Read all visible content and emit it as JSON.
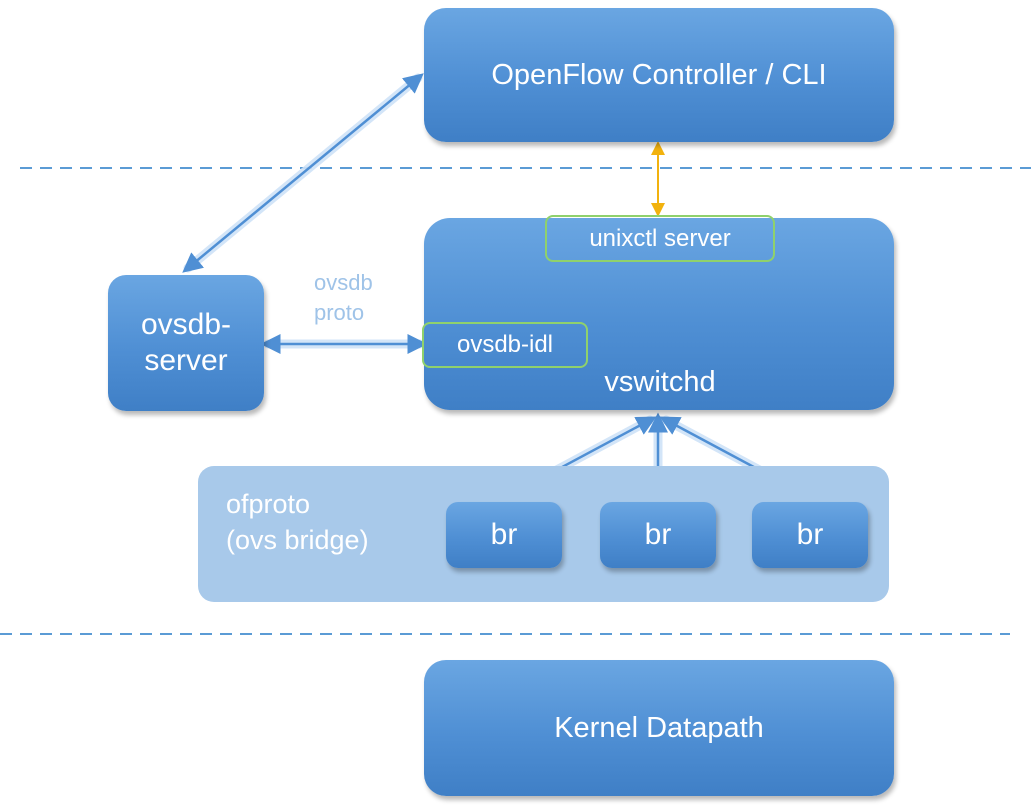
{
  "colors": {
    "node_fill": "#4f8fd4",
    "group_fill": "#a8c9ea",
    "dashed_line": "#5b9bd5",
    "blue_arrow": "#4f8fd4",
    "yellow_arrow": "#f2b20e",
    "sub_box_border": "#8fd16c",
    "proto_text": "#9fc3e8"
  },
  "nodes": {
    "openflow_controller": "OpenFlow Controller / CLI",
    "ovsdb_server_line1": "ovsdb-",
    "ovsdb_server_line2": "server",
    "vswitchd": "vswitchd",
    "unixctl_server": "unixctl server",
    "ovsdb_idl": "ovsdb-idl",
    "kernel_datapath": "Kernel Datapath"
  },
  "ofproto_group": {
    "label_line1": "ofproto",
    "label_line2": "(ovs bridge)",
    "bridges": [
      "br",
      "br",
      "br"
    ]
  },
  "edge_labels": {
    "ovsdb_proto_line1": "ovsdb",
    "ovsdb_proto_line2": "proto"
  }
}
